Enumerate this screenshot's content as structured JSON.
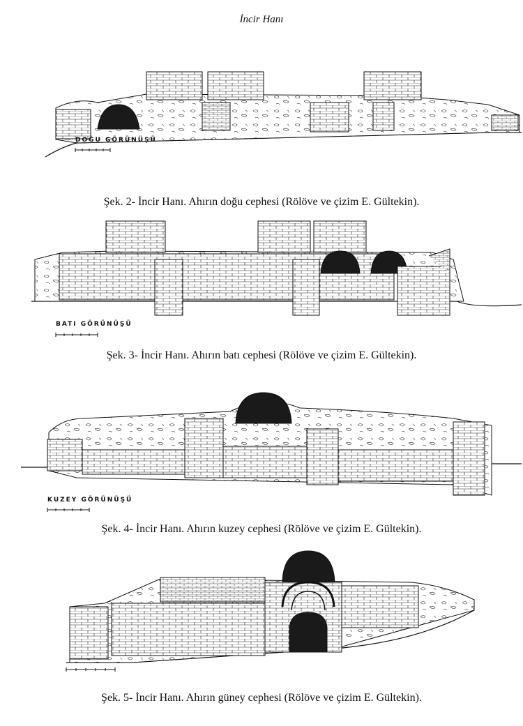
{
  "page": {
    "running_header": "İncir Hanı"
  },
  "figures": [
    {
      "id": "sek2",
      "view_label": "DOĞU GÖRÜNÜŞÜ",
      "caption": "Şek. 2- İncir Hanı. Ahırın doğu cephesi (Rölöve ve çizim E. Gültekin)."
    },
    {
      "id": "sek3",
      "view_label": "BATI GÖRÜNÜŞÜ",
      "caption": "Şek. 3- İncir Hanı. Ahırın batı cephesi (Rölöve ve çizim E. Gültekin)."
    },
    {
      "id": "sek4",
      "view_label": "KUZEY GÖRÜNÜŞÜ",
      "caption": "Şek. 4- İncir Hanı. Ahırın kuzey cephesi (Rölöve ve çizim E. Gültekin)."
    },
    {
      "id": "sek5",
      "view_label": "",
      "caption": "Şek. 5- İncir Hanı. Ahırın güney cephesi (Rölöve ve çizim E. Gültekin)."
    }
  ]
}
